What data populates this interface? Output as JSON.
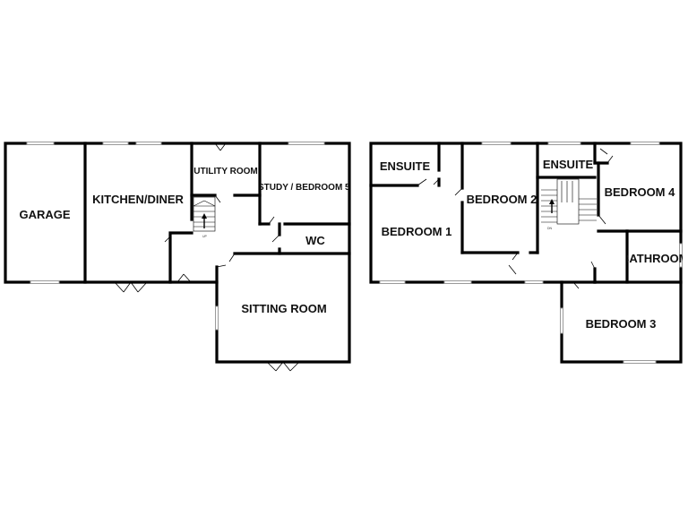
{
  "ground_floor": {
    "rooms": {
      "garage": "GARAGE",
      "kitchen_diner": "KITCHEN/DINER",
      "utility_room": "UTILITY ROOM",
      "study_bedroom5": "STUDY / BEDROOM 5",
      "wc": "WC",
      "sitting_room": "SITTING ROOM"
    },
    "stair_mark": "UP"
  },
  "first_floor": {
    "rooms": {
      "ensuite_1": "ENSUITE",
      "bedroom_1": "BEDROOM 1",
      "bedroom_2": "BEDROOM 2",
      "ensuite_2": "ENSUITE",
      "bedroom_4": "BEDROOM 4",
      "bathroom": "BATHROOM",
      "bedroom_3": "BEDROOM 3"
    },
    "stair_mark": "DN"
  }
}
